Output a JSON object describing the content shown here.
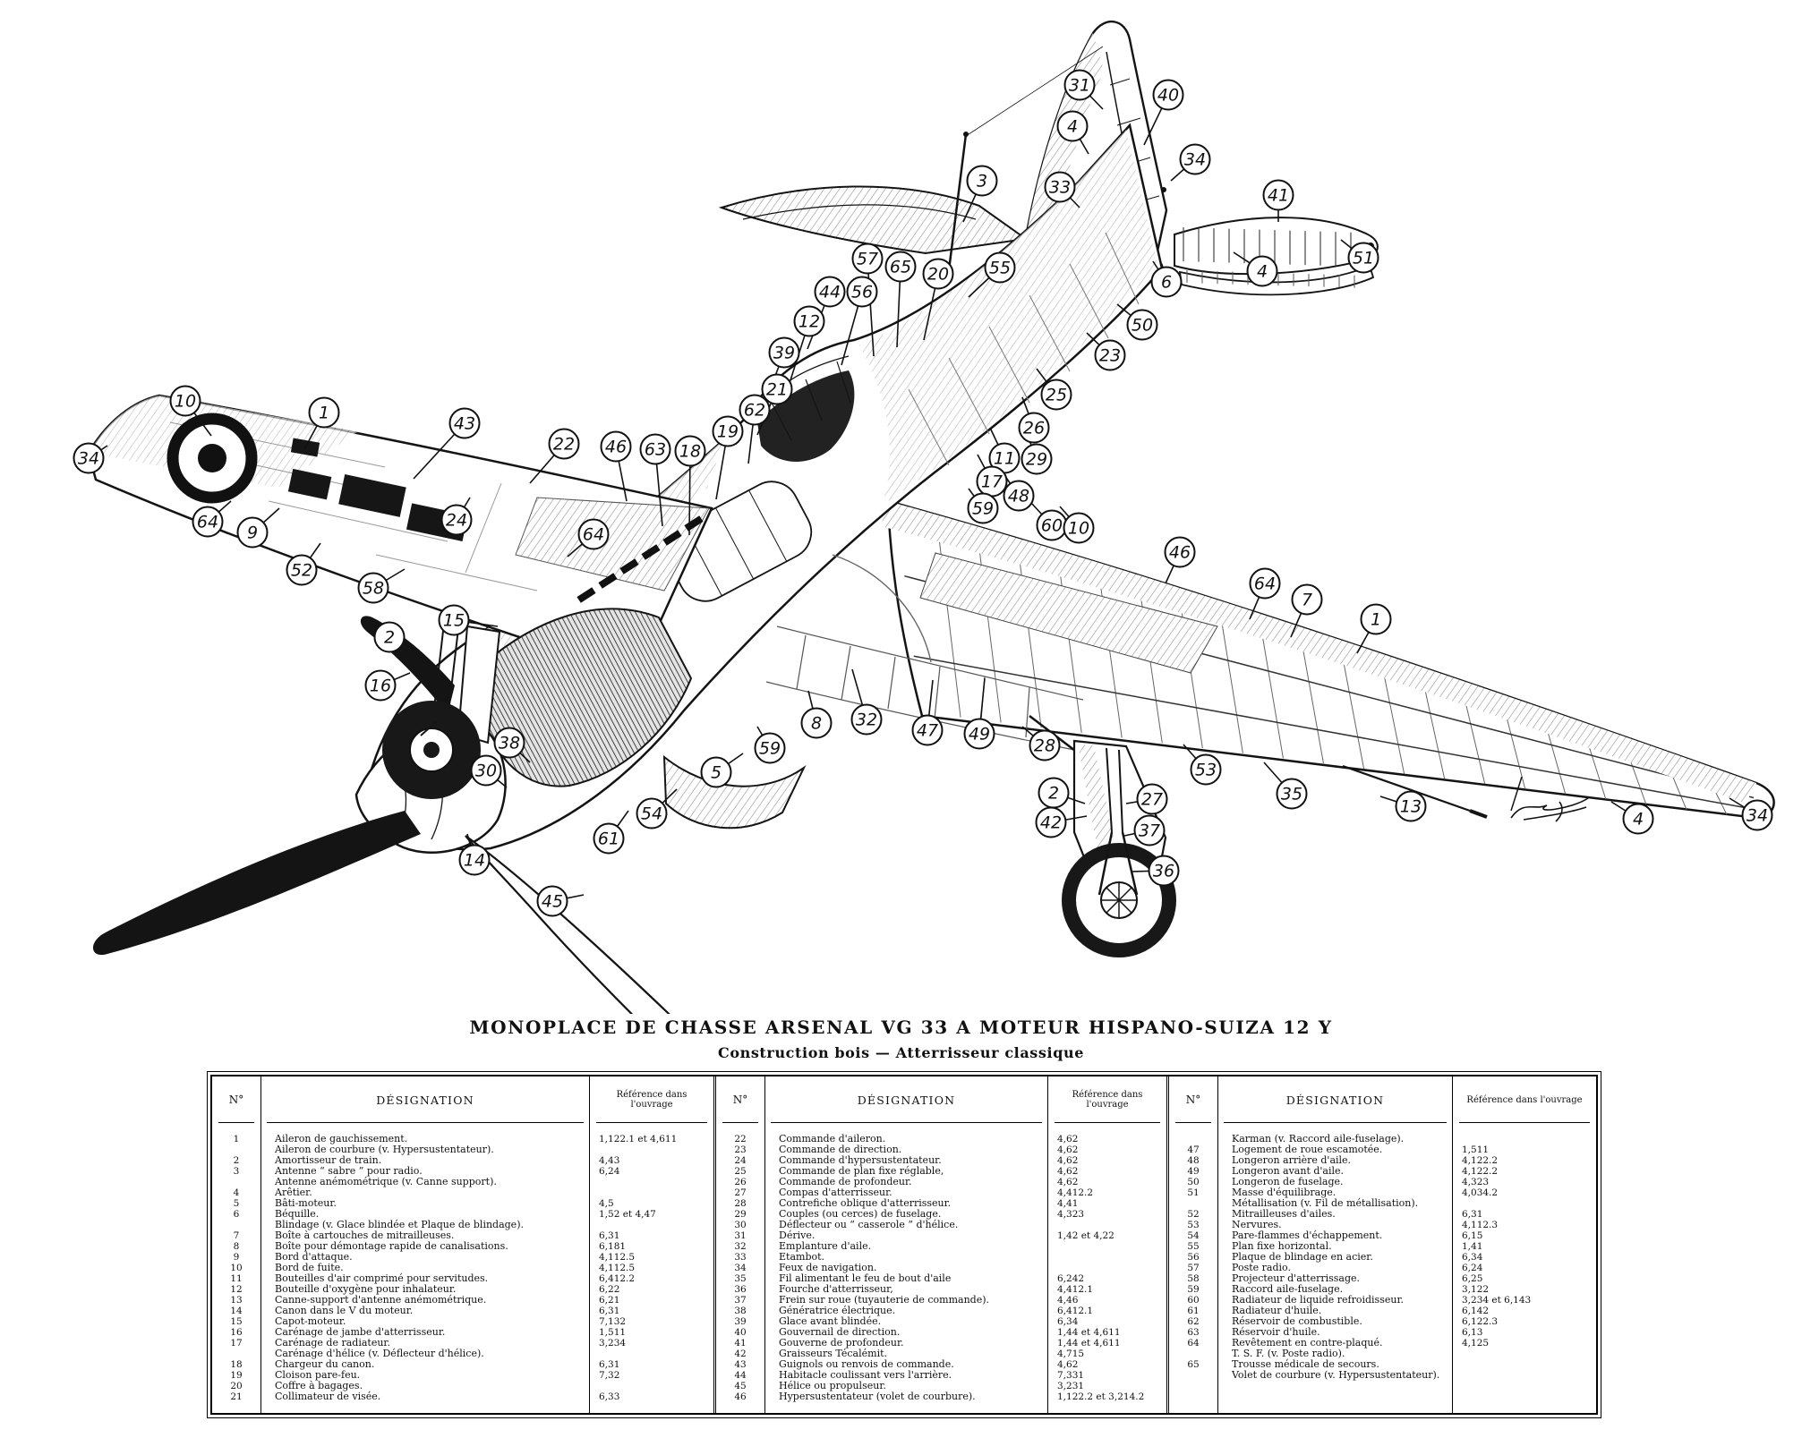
{
  "title": {
    "main": "MONOPLACE DE CHASSE ARSENAL VG 33 A MOTEUR HISPANO-SUIZA 12 Y",
    "sub": "Construction bois — Atterrisseur classique"
  },
  "table": {
    "headers": {
      "num": "N°",
      "designation": "DÉSIGNATION",
      "reference": "Référence dans l'ouvrage"
    },
    "groups": [
      {
        "rows": [
          [
            "1",
            "Aileron de gauchissement.",
            "1,122.1 et 4,611"
          ],
          [
            "",
            "Aileron de courbure (v. Hypersustentateur).",
            ""
          ],
          [
            "2",
            "Amortisseur de train.",
            "4,43"
          ],
          [
            "3",
            "Antenne “ sabre ” pour radio.",
            "6,24"
          ],
          [
            "",
            "Antenne anémométrique (v. Canne support).",
            ""
          ],
          [
            "4",
            "Arêtier.",
            ""
          ],
          [
            "5",
            "Bâti-moteur.",
            "4,5"
          ],
          [
            "6",
            "Béquille.",
            "1,52 et 4,47"
          ],
          [
            "",
            "Blindage (v. Glace blindée et Plaque de blindage).",
            ""
          ],
          [
            "7",
            "Boîte à cartouches de mitrailleuses.",
            "6,31"
          ],
          [
            "8",
            "Boîte pour démontage rapide de canalisations.",
            "6,181"
          ],
          [
            "9",
            "Bord d'attaque.",
            "4,112.5"
          ],
          [
            "10",
            "Bord de fuite.",
            "4,112.5"
          ],
          [
            "11",
            "Bouteilles d'air comprimé pour servitudes.",
            "6,412.2"
          ],
          [
            "12",
            "Bouteille d'oxygène pour inhalateur.",
            "6,22"
          ],
          [
            "13",
            "Canne-support d'antenne anémométrique.",
            "6,21"
          ],
          [
            "14",
            "Canon dans le V du moteur.",
            "6,31"
          ],
          [
            "15",
            "Capot-moteur.",
            "7,132"
          ],
          [
            "16",
            "Carénage de jambe d'atterrisseur.",
            "1,511"
          ],
          [
            "17",
            "Carénage de radiateur.",
            "3,234"
          ],
          [
            "",
            "Carénage d'hélice (v. Déflecteur d'hélice).",
            ""
          ],
          [
            "18",
            "Chargeur du canon.",
            "6,31"
          ],
          [
            "19",
            "Cloison pare-feu.",
            "7,32"
          ],
          [
            "20",
            "Coffre à bagages.",
            ""
          ],
          [
            "21",
            "Collimateur de visée.",
            "6,33"
          ]
        ]
      },
      {
        "rows": [
          [
            "22",
            "Commande d'aileron.",
            "4,62"
          ],
          [
            "23",
            "Commande de direction.",
            "4,62"
          ],
          [
            "24",
            "Commande d'hypersustentateur.",
            "4,62"
          ],
          [
            "25",
            "Commande de plan fixe réglable,",
            "4,62"
          ],
          [
            "26",
            "Commande de profondeur.",
            "4,62"
          ],
          [
            "27",
            "Compas d'atterrisseur.",
            "4,412.2"
          ],
          [
            "28",
            "Contrefiche oblique d'atterrisseur.",
            "4,41"
          ],
          [
            "29",
            "Couples (ou cerces) de fuselage.",
            "4,323"
          ],
          [
            "30",
            "Déflecteur ou “ casserole ” d'hélice.",
            ""
          ],
          [
            "31",
            "Dérive.",
            "1,42 et 4,22"
          ],
          [
            "32",
            "Emplanture d'aile.",
            ""
          ],
          [
            "33",
            "Etambot.",
            ""
          ],
          [
            "34",
            "Feux de navigation.",
            ""
          ],
          [
            "35",
            "Fil alimentant le feu de bout d'aile",
            "6,242"
          ],
          [
            "36",
            "Fourche d'atterrisseur,",
            "4,412.1"
          ],
          [
            "37",
            "Frein sur roue (tuyauterie de commande).",
            "4,46"
          ],
          [
            "38",
            "Génératrice électrique.",
            "6,412.1"
          ],
          [
            "39",
            "Glace avant blindée.",
            "6,34"
          ],
          [
            "40",
            "Gouvernail de direction.",
            "1,44 et 4,611"
          ],
          [
            "41",
            "Gouverne de profondeur.",
            "1,44 et 4,611"
          ],
          [
            "42",
            "Graisseurs Técalémit.",
            "4,715"
          ],
          [
            "43",
            "Guignols ou renvois de commande.",
            "4,62"
          ],
          [
            "44",
            "Habitacle coulissant vers l'arrière.",
            "7,331"
          ],
          [
            "45",
            "Hélice ou propulseur.",
            "3,231"
          ],
          [
            "46",
            "Hypersustentateur (volet de courbure).",
            "1,122.2 et 3,214.2"
          ]
        ]
      },
      {
        "rows": [
          [
            "",
            "Karman (v. Raccord aile-fuselage).",
            ""
          ],
          [
            "47",
            "Logement de roue escamotée.",
            "1,511"
          ],
          [
            "48",
            "Longeron arrière d'aile.",
            "4,122.2"
          ],
          [
            "49",
            "Longeron avant d'aile.",
            "4,122.2"
          ],
          [
            "50",
            "Longeron de fuselage.",
            "4,323"
          ],
          [
            "51",
            "Masse d'équilibrage.",
            "4,034.2"
          ],
          [
            "",
            "Métallisation (v. Fil de métallisation).",
            ""
          ],
          [
            "52",
            "Mitrailleuses d'ailes.",
            "6,31"
          ],
          [
            "53",
            "Nervures.",
            "4,112.3"
          ],
          [
            "54",
            "Pare-flammes d'échappement.",
            "6,15"
          ],
          [
            "55",
            "Plan fixe horizontal.",
            "1,41"
          ],
          [
            "56",
            "Plaque de blindage en acier.",
            "6,34"
          ],
          [
            "57",
            "Poste radio.",
            "6,24"
          ],
          [
            "58",
            "Projecteur d'atterrissage.",
            "6,25"
          ],
          [
            "59",
            "Raccord aile-fuselage.",
            "3,122"
          ],
          [
            "60",
            "Radiateur de liquide refroidisseur.",
            "3,234 et 6,143"
          ],
          [
            "61",
            "Radiateur d'huile.",
            "6,142"
          ],
          [
            "62",
            "Réservoir de combustible.",
            "6,122.3"
          ],
          [
            "63",
            "Réservoir d'huile.",
            "6,13"
          ],
          [
            "64",
            "Revêtement en contre-plaqué.",
            "4,125"
          ],
          [
            "",
            "T. S. F. (v. Poste radio).",
            ""
          ],
          [
            "65",
            "Trousse médicale de secours.",
            ""
          ],
          [
            "",
            "Volet de courbure (v. Hypersustentateur).",
            ""
          ]
        ]
      }
    ]
  },
  "diagram": {
    "callouts": [
      [
        "10",
        207,
        448,
        236,
        487
      ],
      [
        "1",
        362,
        461,
        340,
        502
      ],
      [
        "43",
        519,
        473,
        462,
        535
      ],
      [
        "22",
        630,
        496,
        592,
        540
      ],
      [
        "34",
        99,
        512,
        120,
        498
      ],
      [
        "64",
        232,
        583,
        258,
        560
      ],
      [
        "9",
        282,
        595,
        312,
        568
      ],
      [
        "24",
        510,
        581,
        525,
        556
      ],
      [
        "52",
        337,
        637,
        358,
        607
      ],
      [
        "58",
        417,
        657,
        452,
        636
      ],
      [
        "64",
        663,
        597,
        634,
        622
      ],
      [
        "15",
        507,
        693,
        556,
        700
      ],
      [
        "2",
        435,
        712,
        462,
        725
      ],
      [
        "16",
        425,
        766,
        458,
        752
      ],
      [
        "46",
        688,
        499,
        700,
        560
      ],
      [
        "63",
        732,
        502,
        740,
        588
      ],
      [
        "18",
        771,
        504,
        770,
        598
      ],
      [
        "19",
        813,
        482,
        800,
        558
      ],
      [
        "62",
        843,
        458,
        836,
        518
      ],
      [
        "21",
        868,
        435,
        846,
        486
      ],
      [
        "39",
        876,
        394,
        856,
        446
      ],
      [
        "12",
        904,
        359,
        882,
        428
      ],
      [
        "44",
        927,
        326,
        902,
        390
      ],
      [
        "56",
        963,
        326,
        940,
        408
      ],
      [
        "57",
        969,
        289,
        976,
        398
      ],
      [
        "65",
        1006,
        298,
        1002,
        388
      ],
      [
        "20",
        1048,
        306,
        1032,
        380
      ],
      [
        "55",
        1117,
        299,
        1082,
        332
      ],
      [
        "3",
        1097,
        202,
        1076,
        248
      ],
      [
        "31",
        1206,
        95,
        1232,
        122
      ],
      [
        "40",
        1305,
        106,
        1278,
        162
      ],
      [
        "4",
        1198,
        141,
        1216,
        172
      ],
      [
        "33",
        1184,
        209,
        1206,
        232
      ],
      [
        "34",
        1335,
        178,
        1308,
        202
      ],
      [
        "41",
        1428,
        218,
        1428,
        248
      ],
      [
        "6",
        1303,
        315,
        1288,
        292
      ],
      [
        "4",
        1410,
        303,
        1378,
        282
      ],
      [
        "51",
        1523,
        288,
        1498,
        268
      ],
      [
        "50",
        1276,
        363,
        1248,
        340
      ],
      [
        "23",
        1240,
        397,
        1214,
        372
      ],
      [
        "25",
        1180,
        441,
        1158,
        412
      ],
      [
        "26",
        1155,
        478,
        1142,
        444
      ],
      [
        "29",
        1158,
        513,
        1146,
        482
      ],
      [
        "11",
        1122,
        512,
        1106,
        478
      ],
      [
        "17",
        1108,
        538,
        1092,
        508
      ],
      [
        "48",
        1138,
        554,
        1120,
        528
      ],
      [
        "59",
        1098,
        568,
        1082,
        546
      ],
      [
        "60",
        1175,
        587,
        1152,
        562
      ],
      [
        "10",
        1205,
        590,
        1184,
        566
      ],
      [
        "46",
        1318,
        617,
        1302,
        652
      ],
      [
        "64",
        1413,
        652,
        1396,
        692
      ],
      [
        "7",
        1460,
        670,
        1442,
        712
      ],
      [
        "1",
        1537,
        692,
        1516,
        730
      ],
      [
        "53",
        1347,
        860,
        1322,
        832
      ],
      [
        "35",
        1443,
        887,
        1412,
        852
      ],
      [
        "28",
        1167,
        833,
        1142,
        812
      ],
      [
        "49",
        1094,
        820,
        1100,
        758
      ],
      [
        "47",
        1036,
        816,
        1042,
        760
      ],
      [
        "32",
        968,
        804,
        952,
        748
      ],
      [
        "8",
        912,
        808,
        903,
        772
      ],
      [
        "59",
        860,
        836,
        846,
        812
      ],
      [
        "5",
        800,
        863,
        830,
        842
      ],
      [
        "54",
        728,
        909,
        756,
        882
      ],
      [
        "61",
        680,
        937,
        702,
        906
      ],
      [
        "38",
        569,
        830,
        592,
        852
      ],
      [
        "30",
        543,
        861,
        566,
        880
      ],
      [
        "14",
        530,
        961,
        522,
        932
      ],
      [
        "45",
        617,
        1007,
        652,
        1000
      ],
      [
        "2",
        1177,
        886,
        1212,
        898
      ],
      [
        "42",
        1174,
        919,
        1214,
        912
      ],
      [
        "27",
        1287,
        893,
        1258,
        898
      ],
      [
        "37",
        1284,
        928,
        1256,
        934
      ],
      [
        "36",
        1300,
        973,
        1264,
        974
      ],
      [
        "13",
        1576,
        901,
        1542,
        890
      ],
      [
        "4",
        1830,
        915,
        1800,
        896
      ],
      [
        "34",
        1963,
        911,
        1932,
        892
      ]
    ]
  }
}
